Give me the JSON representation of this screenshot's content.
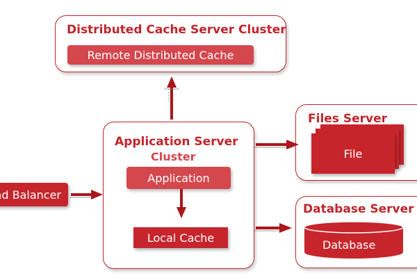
{
  "cache_cluster": {
    "title": "Distributed Cache Server Cluster",
    "item": "Remote Distributed Cache"
  },
  "app_cluster": {
    "title_line1": "Application Server",
    "title_line2": "Cluster",
    "app": "Application",
    "local_cache": "Local Cache"
  },
  "files": {
    "title": "Files Server",
    "item": "File"
  },
  "database": {
    "title": "Database Server",
    "item": "Database"
  },
  "load_balancer": {
    "label": "Load Balancer"
  },
  "colors": {
    "accent": "#c0262d",
    "fill": "#c7252c",
    "pink": "#d4474d"
  }
}
